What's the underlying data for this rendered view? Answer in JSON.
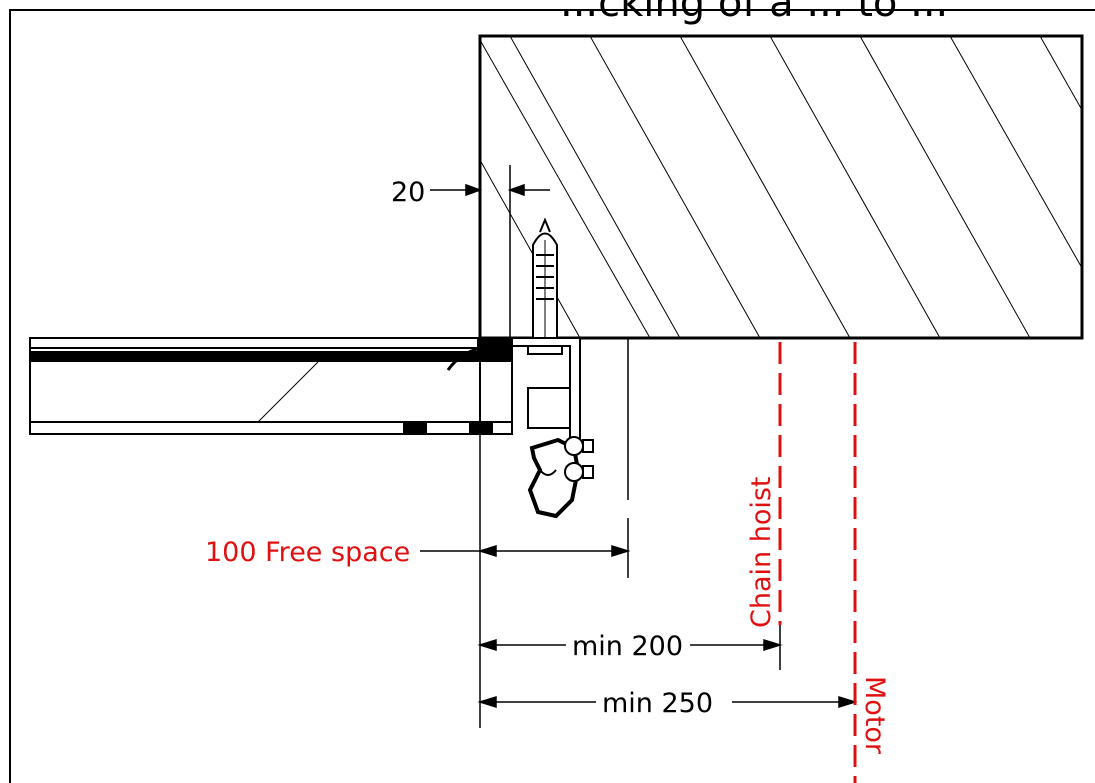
{
  "title_fragment": "...cking of a ... to ...",
  "dimensions": {
    "offset": "20",
    "free_space": "100 Free space",
    "chain_hoist_min": "min 200",
    "motor_min": "min 250"
  },
  "markers": {
    "chain_hoist": "Chain hoist",
    "motor": "Motor"
  },
  "colors": {
    "line": "#000000",
    "accent": "#e01010",
    "background": "#ffffff"
  }
}
